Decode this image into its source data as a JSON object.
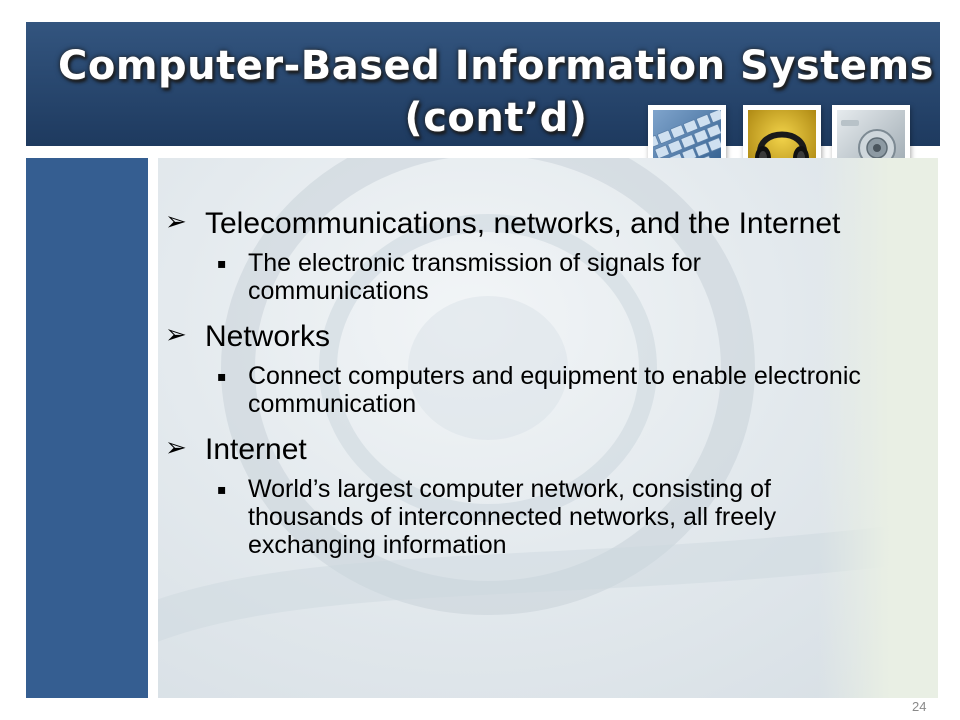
{
  "slide": {
    "title_line1": "Computer-Based Information Systems",
    "title_line2": "(cont’d)",
    "page_number": "24",
    "bullet_marker": "➢",
    "sub_marker": "▪",
    "bullets": [
      {
        "text": "Telecommunications, networks, and the Internet",
        "sub": [
          "The electronic transmission of signals for communications"
        ]
      },
      {
        "text": "Networks",
        "sub": [
          "Connect computers and equipment to enable electronic communication"
        ]
      },
      {
        "text": "Internet",
        "sub": [
          "World’s largest computer network, consisting of thousands of interconnected networks, all freely exchanging information"
        ]
      }
    ]
  },
  "images": [
    {
      "icon": "keyboard-icon"
    },
    {
      "icon": "headphones-icon"
    },
    {
      "icon": "speaker-icon"
    }
  ],
  "colors": {
    "title_bar": "#1e3a5f",
    "side_panel": "#355e91",
    "content_bg": "#e4eaee",
    "text": "#000000"
  }
}
